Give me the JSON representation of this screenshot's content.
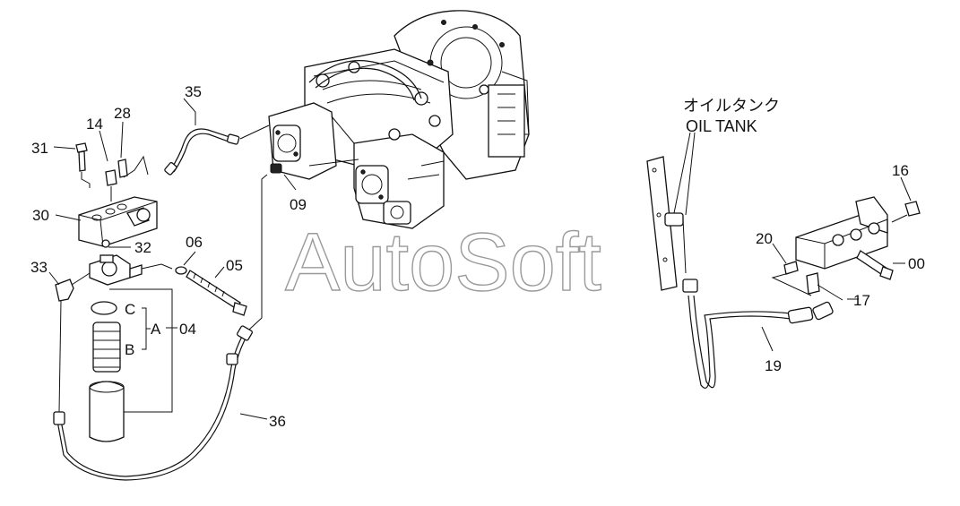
{
  "watermark": "AutoSoft",
  "tank_label_jp": "オイルタンク",
  "tank_label_en": "OIL TANK",
  "callouts": {
    "p35": "35",
    "p14": "14",
    "p28": "28",
    "p31": "31",
    "p30": "30",
    "p32": "32",
    "p06": "06",
    "p05": "05",
    "p33": "33",
    "p09": "09",
    "pC": "C",
    "pA": "A",
    "p04": "04",
    "pB": "B",
    "p36": "36",
    "p16": "16",
    "p20": "20",
    "p00": "00",
    "p17": "17",
    "p19": "19"
  }
}
